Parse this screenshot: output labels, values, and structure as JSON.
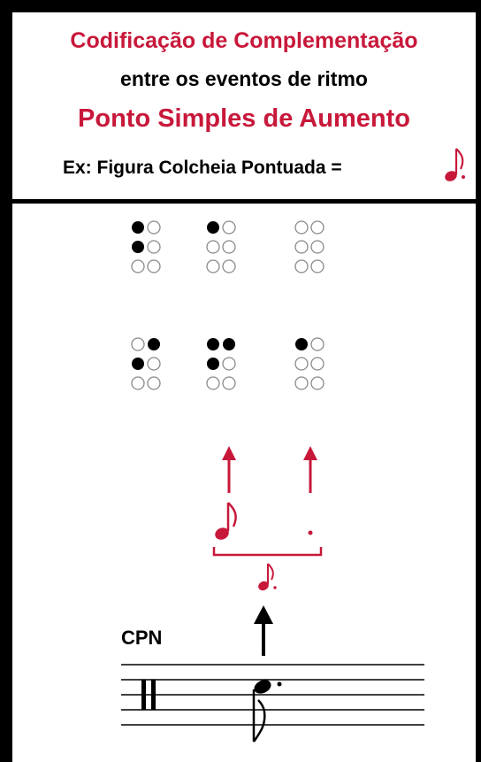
{
  "header": {
    "line1": "Codificação de Complementação",
    "line2": "entre os eventos de ritmo",
    "line3": "Ponto Simples de Aumento",
    "example": "Ex: Figura Colcheia Pontuada ="
  },
  "colors": {
    "accent": "#c8183a",
    "ink": "#000000",
    "empty_dot_stroke": "#8a8a8a"
  },
  "braille": {
    "row1": [
      {
        "dots": [
          1,
          2
        ]
      },
      {
        "dots": [
          1
        ]
      },
      {
        "dots": []
      }
    ],
    "row2": [
      {
        "dots": [
          2,
          4
        ]
      },
      {
        "dots": [
          1,
          2,
          4
        ]
      },
      {
        "dots": [
          1
        ]
      }
    ]
  },
  "notation": {
    "system_label": "CPN",
    "glyphs": {
      "eighth_note": "♪",
      "up_arrow": "↑"
    }
  }
}
